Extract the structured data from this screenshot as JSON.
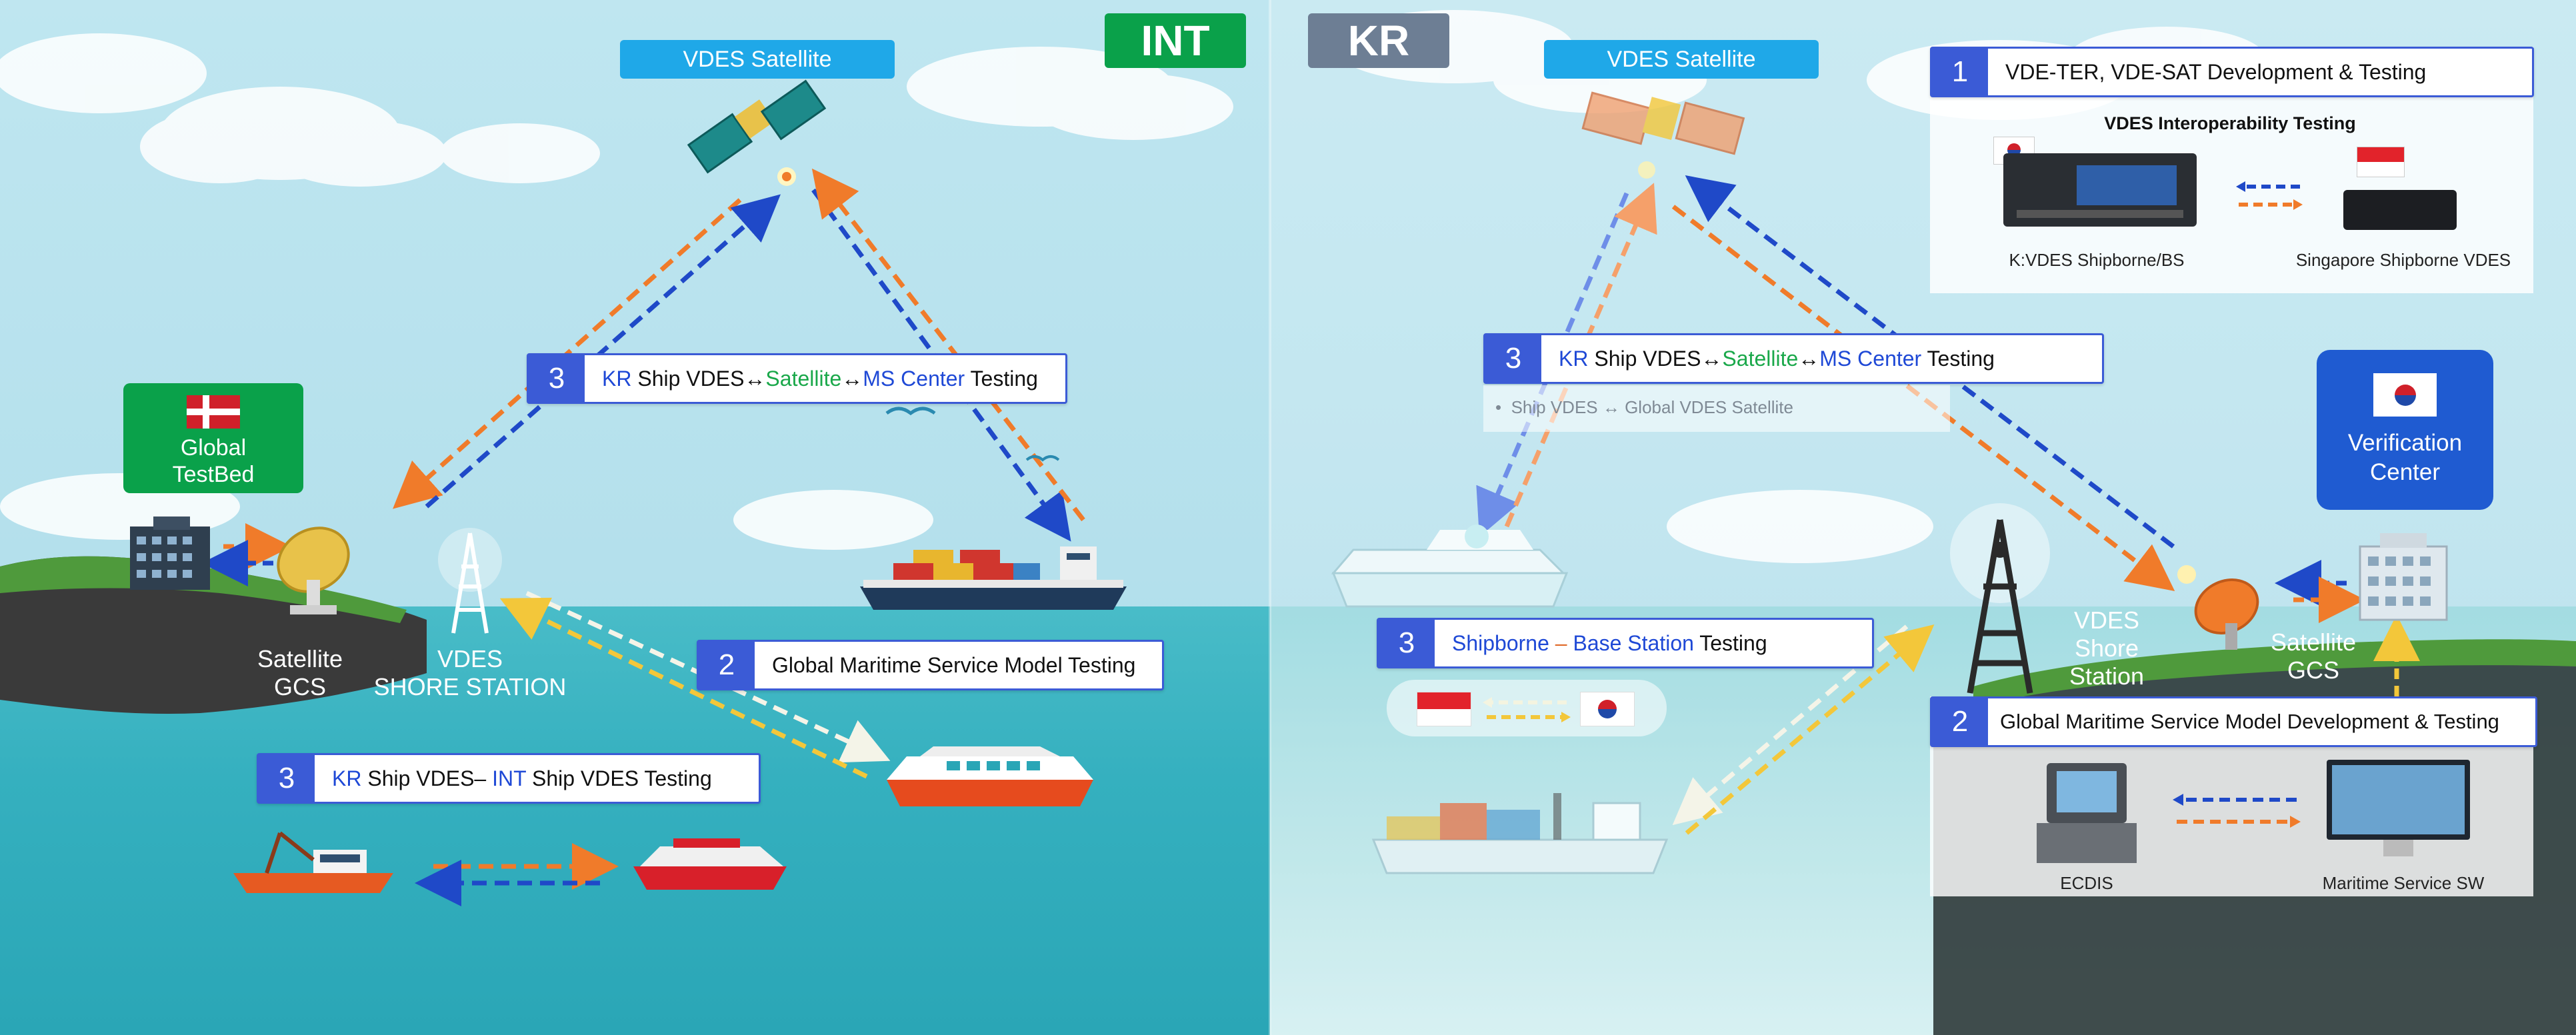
{
  "int": {
    "region_label": "INT",
    "satellite_label": "VDES Satellite",
    "testbed": {
      "flag": "DK",
      "label_line1": "Global",
      "label_line2": "TestBed"
    },
    "gcs_line1": "Satellite",
    "gcs_line2": "GCS",
    "shore_line1": "VDES",
    "shore_line2": "SHORE STATION",
    "box_sat": {
      "num": "3",
      "kr": "KR",
      "t1": " Ship VDES",
      "arrow1": "↔",
      "sat": "Satellite",
      "arrow2": "↔",
      "ms": "MS Center",
      "t2": " Testing"
    },
    "box_gms": {
      "num": "2",
      "text": "Global Maritime Service Model Testing"
    },
    "box_ship": {
      "num": "3",
      "kr": "KR",
      "t1": " Ship VDES– ",
      "int": "INT",
      "t2": " Ship VDES Testing"
    }
  },
  "kr": {
    "region_label": "KR",
    "satellite_label": "VDES Satellite",
    "box_sat": {
      "num": "3",
      "kr": "KR",
      "t1": " Ship VDES",
      "arrow1": "↔",
      "sat": "Satellite",
      "arrow2": "↔",
      "ms": "MS Center",
      "t2": " Testing"
    },
    "sub_note": "Ship VDES ↔ Global VDES Satellite",
    "box_base": {
      "num": "3",
      "t1": "Shipborne",
      "dash": " – ",
      "t2": "Base Station",
      "t3": " Testing"
    },
    "box_dev": {
      "num": "1",
      "text": "VDE-TER, VDE-SAT Development & Testing"
    },
    "interop_title": "VDES Interoperability Testing",
    "kvdes_label": "K:VDES Shipborne/BS",
    "sg_label": "Singapore Shipborne VDES",
    "verification_line1": "Verification",
    "verification_line2": "Center",
    "shore_line1": "VDES",
    "shore_line2": "Shore",
    "shore_line3": "Station",
    "gcs_line1": "Satellite",
    "gcs_line2": "GCS",
    "box_gms": {
      "num": "2",
      "text": "Global Maritime Service Model Development & Testing"
    },
    "ecdis_label": "ECDIS",
    "ms_sw_label": "Maritime Service SW"
  },
  "colors": {
    "green_badge": "#0aa14a",
    "kr_badge": "#6d7e94",
    "sky_badge": "#1fa8e8",
    "box_blue": "#3b5bd6",
    "verification_blue": "#1f5bd1",
    "orange": "#f07b2a",
    "dark_blue": "#1f49c8",
    "yellow": "#f3c73a"
  }
}
